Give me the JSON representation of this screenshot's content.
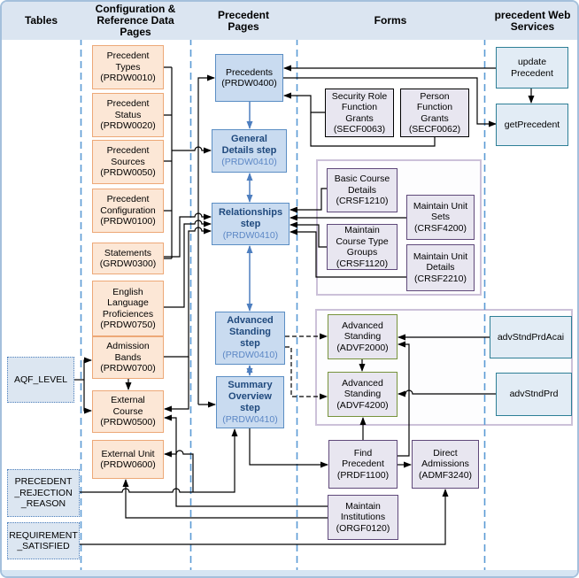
{
  "palette": {
    "header_bg": "#dbe5f1",
    "divider_blue": "#5b9bd5",
    "orange_fill": "#fce7d6",
    "orange_border": "#eda877",
    "blue_fill": "#c9dbf0",
    "blue_border": "#5b8ec4",
    "step_name_color": "#1f497d",
    "step_code_color": "#5c87c5",
    "table_fill": "#dce6f1",
    "table_border": "#4f81bd",
    "form_fill": "#e8e6f0",
    "form_border": "#5f497a",
    "security_border": "#000000",
    "advstanding_border": "#77933c",
    "webservice_fill": "#e2ecf5",
    "webservice_border": "#2e7f96",
    "group_border": "#ccc1d9",
    "arrow_black": "#000000",
    "arrow_blue": "#4d7ebf"
  },
  "header": {
    "col1": "Tables",
    "col2": "Configuration &\nReference Data\nPages",
    "col3": "Precedent\nPages",
    "col4": "Forms",
    "col5": "precedent Web\nServices"
  },
  "tables": {
    "aqf_level": "AQF_LEVEL",
    "precedent_rejection_reason": "PRECEDENT\n_REJECTION\n_REASON",
    "requirement_satisfied": "REQUIREMENT\n_SATISFIED"
  },
  "config_pages": {
    "precedent_types": "Precedent\nTypes\n(PRDW0010)",
    "precedent_status": "Precedent\nStatus\n(PRDW0020)",
    "precedent_sources": "Precedent\nSources\n(PRDW0050)",
    "precedent_configuration": "Precedent\nConfiguration\n(PRDW0100)",
    "statements": "Statements\n(GRDW0300)",
    "english_language_proficiences": "English\nLanguage\nProficiences\n(PRDW0750)",
    "admission_bands": "Admission\nBands\n(PRDW0700)",
    "external_course": "External\nCourse\n(PRDW0500)",
    "external_unit": "External Unit\n(PRDW0600)"
  },
  "precedent_pages": {
    "precedents": "Precedents\n(PRDW0400)",
    "general_details": {
      "name": "General\nDetails step",
      "code": "(PRDW0410)"
    },
    "relationships": {
      "name": "Relationships\nstep",
      "code": "(PRDW0410)"
    },
    "advanced_standing_step": {
      "name": "Advanced\nStanding\nstep",
      "code": "(PRDW0410)"
    },
    "summary_overview_step": {
      "name": "Summary\nOverview\nstep",
      "code": "(PRDW0410)"
    }
  },
  "forms": {
    "security_role_function_grants": "Security Role\nFunction\nGrants\n(SECF0063)",
    "person_function_grants": "Person\nFunction\nGrants\n(SECF0062)",
    "basic_course_details": "Basic Course\nDetails\n(CRSF1210)",
    "maintain_unit_sets": "Maintain Unit\nSets\n(CRSF4200)",
    "maintain_course_type_groups": "Maintain\nCourse Type\nGroups\n(CRSF1120)",
    "maintain_unit_details": "Maintain Unit\nDetails\n(CRSF2210)",
    "advanced_standing_advf2000": "Advanced\nStanding\n(ADVF2000)",
    "advanced_standing_advf4200": "Advanced\nStanding\n(ADVF4200)",
    "find_precedent": "Find\nPrecedent\n(PRDF1100)",
    "direct_admissions": "Direct\nAdmissions\n(ADMF3240)",
    "maintain_institutions": "Maintain\nInstitutions\n(ORGF0120)"
  },
  "web_services": {
    "update_precedent": "update\nPrecedent",
    "get_precedent": "getPrecedent",
    "adv_stnd_prd_acai": "advStndPrdAcai",
    "adv_stnd_prd": "advStndPrd"
  }
}
